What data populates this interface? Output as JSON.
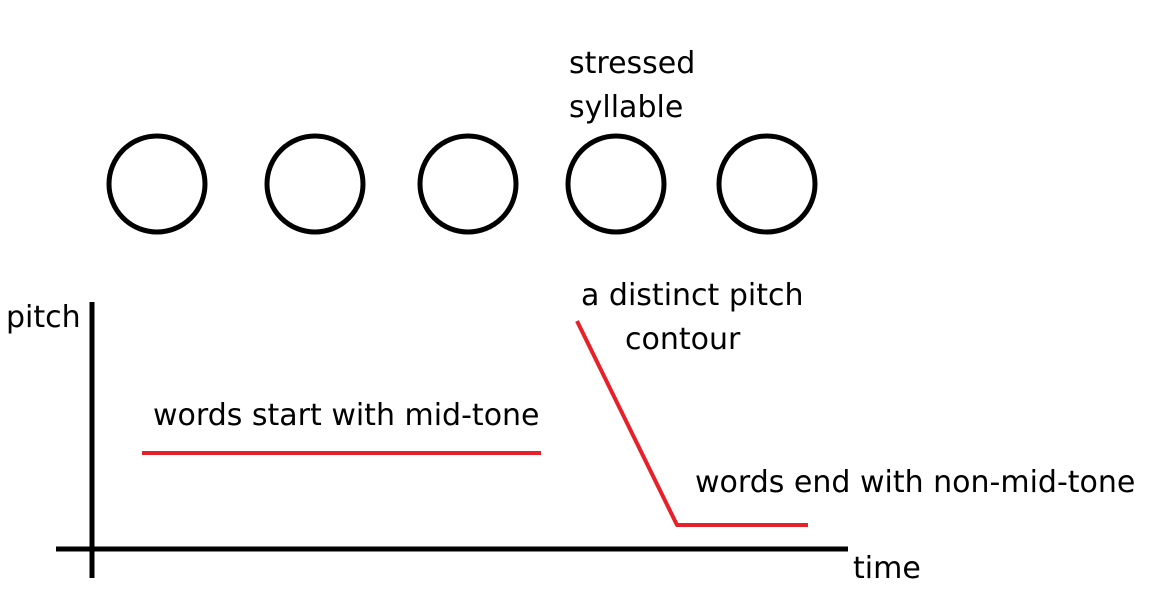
{
  "colors": {
    "ink": "#000000",
    "contour": "#e8202a",
    "background": "#ffffff"
  },
  "syllables": {
    "count": 5,
    "stressed_index": 3,
    "stressed_label_line1": "stressed",
    "stressed_label_line2": "syllable"
  },
  "axes": {
    "y_label": "pitch",
    "x_label": "time"
  },
  "annotations": {
    "start": "words start with mid-tone",
    "contour_line1": "a distinct pitch",
    "contour_line2": "contour",
    "end": "words end with non-mid-tone"
  }
}
